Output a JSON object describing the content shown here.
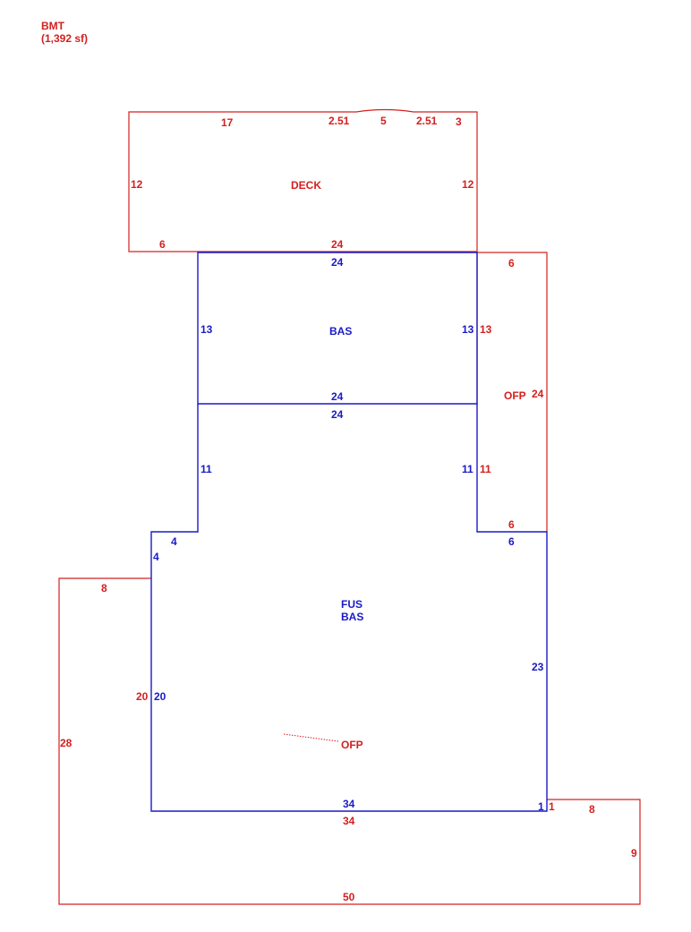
{
  "header": {
    "code": "BMT",
    "area": "(1,392 sf)"
  },
  "colors": {
    "red": "#d42020",
    "blue": "#1a1ac8"
  },
  "areas": {
    "deck": "DECK",
    "bas_upper": "BAS",
    "ofp_right": "OFP",
    "fus": "FUS",
    "bas_lower": "BAS",
    "ofp_lower": "OFP"
  },
  "dimensions": {
    "deck_top_17": "17",
    "deck_top_2_51_a": "2.51",
    "deck_top_5": "5",
    "deck_top_2_51_b": "2.51",
    "deck_top_3": "3",
    "deck_left_12": "12",
    "deck_right_12": "12",
    "deck_bottom_6": "6",
    "deck_bottom_24": "24",
    "bas_top_24": "24",
    "bas_left_13": "13",
    "bas_right_13": "13",
    "ofp_right_13": "13",
    "ofp_top_6": "6",
    "ofp_side_24": "24",
    "bas_bottom_24": "24",
    "fus_top_24": "24",
    "fus_left_11": "11",
    "fus_right_11": "11",
    "ofp_left_11": "11",
    "ofp_bottom_6": "6",
    "fus_step_6": "6",
    "fus_step_4h": "4",
    "fus_step_4v": "4",
    "ofp_top_8": "8",
    "ofp_left_20": "20",
    "fus_left_20": "20",
    "fus_right_23": "23",
    "ofp_left_28": "28",
    "fus_bottom_34": "34",
    "ofp_bottom_34": "34",
    "fus_corner_1": "1",
    "ofp_corner_1": "1",
    "ofp_right_8": "8",
    "ofp_right_9": "9",
    "ofp_bottom_50": "50"
  }
}
